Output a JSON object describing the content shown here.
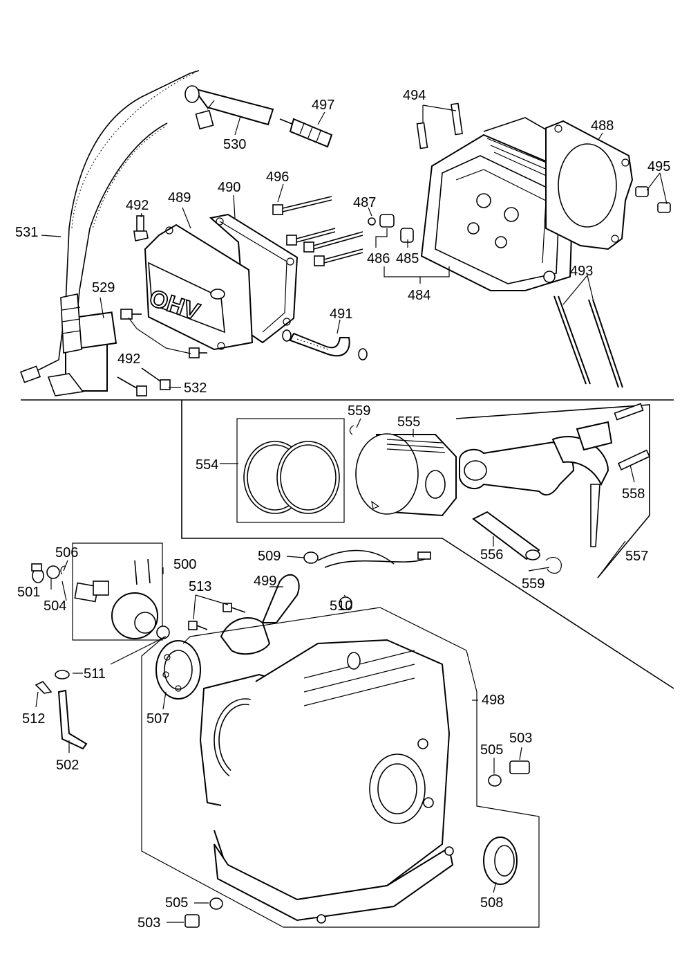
{
  "diagram": {
    "cover_marking": "OHV",
    "labels": {
      "p484": "484",
      "p485": "485",
      "p486": "486",
      "p487": "487",
      "p488": "488",
      "p489": "489",
      "p490": "490",
      "p491": "491",
      "p492a": "492",
      "p492b": "492",
      "p493": "493",
      "p494": "494",
      "p495": "495",
      "p496": "496",
      "p497": "497",
      "p498": "498",
      "p499": "499",
      "p500": "500",
      "p501": "501",
      "p502": "502",
      "p503a": "503",
      "p503b": "503",
      "p504": "504",
      "p505a": "505",
      "p505b": "505",
      "p506": "506",
      "p507": "507",
      "p508": "508",
      "p509": "509",
      "p510": "510",
      "p511": "511",
      "p512": "512",
      "p513": "513",
      "p529": "529",
      "p530": "530",
      "p531": "531",
      "p532": "532",
      "p554": "554",
      "p555": "555",
      "p556": "556",
      "p557": "557",
      "p558": "558",
      "p559a": "559",
      "p559b": "559"
    }
  }
}
